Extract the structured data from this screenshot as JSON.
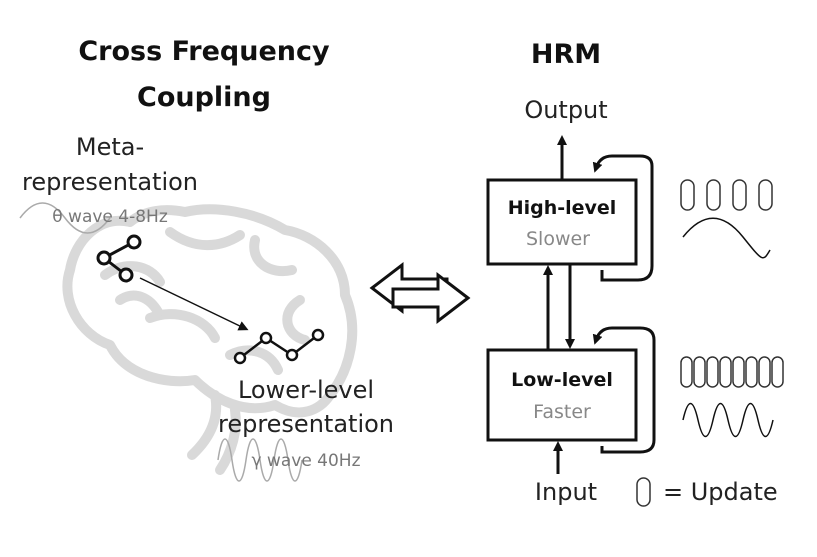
{
  "left": {
    "title_line1": "Cross Frequency",
    "title_line2": "Coupling",
    "meta_line1": "Meta-",
    "meta_line2": "representation",
    "theta_label": "θ wave 4-8Hz",
    "lower_line1": "Lower-level",
    "lower_line2": "representation",
    "gamma_label": "γ wave 40Hz"
  },
  "right": {
    "title": "HRM",
    "output_label": "Output",
    "input_label": "Input",
    "high_module": {
      "title": "High-level",
      "speed": "Slower"
    },
    "low_module": {
      "title": "Low-level",
      "speed": "Faster"
    },
    "legend_text": "= Update"
  },
  "updates": {
    "high_count": 4,
    "low_count": 8
  }
}
